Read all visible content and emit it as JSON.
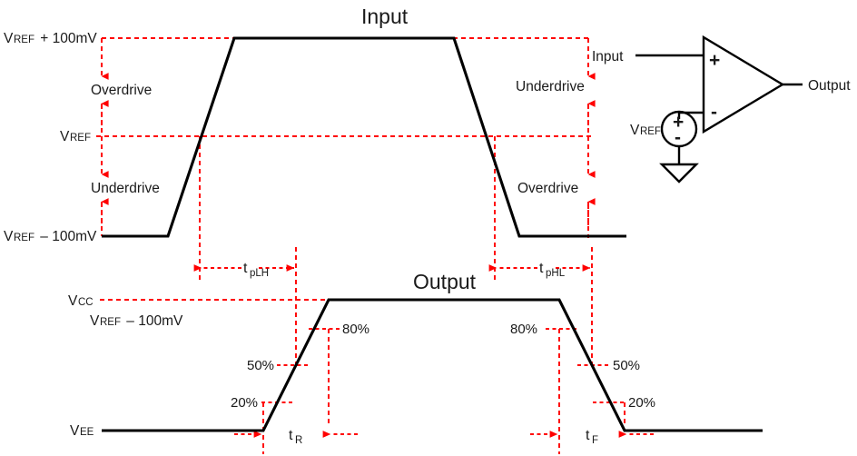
{
  "diagram": {
    "title_input": "Input",
    "title_output": "Output",
    "axis_labels": {
      "vref_plus": "V",
      "vref_plus_sub": "REF",
      "vref_plus_tail": " + 100mV",
      "vref": "V",
      "vref_sub": "REF",
      "vref_minus": "V",
      "vref_minus_sub": "REF",
      "vref_minus_tail": " – 100mV",
      "vcc": "V",
      "vcc_sub": "CC",
      "vcc_note": "V",
      "vcc_note_sub": "REF",
      "vcc_note_tail": " – 100mV",
      "vee": "V",
      "vee_sub": "EE"
    },
    "drive_labels": {
      "left_top": "Overdrive",
      "left_bottom": "Underdrive",
      "right_top": "Underdrive",
      "right_bottom": "Overdrive"
    },
    "timing_labels": {
      "tplh": "t",
      "tplh_sub": "pLH",
      "tphl": "t",
      "tphl_sub": "pHL",
      "tr": "t",
      "tr_sub": "R",
      "tf": "t",
      "tf_sub": "F"
    },
    "percent_labels": {
      "rise_80": "80%",
      "rise_50": "50%",
      "rise_20": "20%",
      "fall_80": "80%",
      "fall_50": "50%",
      "fall_20": "20%"
    },
    "circuit": {
      "input_label": "Input",
      "output_label": "Output",
      "vref_label": "V",
      "vref_label_sub": "REF",
      "plus_input": "+",
      "minus_input": "-",
      "source_plus": "+",
      "source_minus": "-"
    },
    "colors": {
      "waveform": "#000000",
      "annotation": "#ff0000",
      "text": "#1a1a1a",
      "background": "#ffffff"
    }
  },
  "chart_data": {
    "type": "line",
    "title": "Comparator input/output timing with overdrive, propagation delay and rise/fall time",
    "xlabel": "",
    "ylabel": "",
    "grid": false,
    "legend": null,
    "series": [
      {
        "name": "Input",
        "levels": {
          "high": "VREF + 100mV",
          "mid": "VREF",
          "low": "VREF – 100mV"
        },
        "points": [
          [
            112,
            260
          ],
          [
            185,
            260
          ],
          [
            258,
            42
          ],
          [
            500,
            42
          ],
          [
            572,
            260
          ],
          [
            690,
            260
          ]
        ]
      },
      {
        "name": "Output",
        "levels": {
          "high": "VCC",
          "low": "VEE"
        },
        "points": [
          [
            112,
            474
          ],
          [
            290,
            474
          ],
          [
            362,
            330
          ],
          [
            616,
            330
          ],
          [
            688,
            474
          ],
          [
            840,
            474
          ]
        ]
      }
    ],
    "annotations": [
      {
        "label": "Overdrive",
        "region": "input-rising-high"
      },
      {
        "label": "Underdrive",
        "region": "input-rising-low"
      },
      {
        "label": "Underdrive",
        "region": "input-falling-high"
      },
      {
        "label": "Overdrive",
        "region": "input-falling-low"
      },
      {
        "label": "tpLH",
        "type": "interval",
        "from_x": 220,
        "to_x": 326
      },
      {
        "label": "tpHL",
        "type": "interval",
        "from_x": 545,
        "to_x": 652
      },
      {
        "label": "tR",
        "type": "interval",
        "from_x": 290,
        "to_x": 362
      },
      {
        "label": "tF",
        "type": "interval",
        "from_x": 616,
        "to_x": 688
      },
      {
        "label": "80%",
        "value": 80,
        "unit": "%"
      },
      {
        "label": "50%",
        "value": 50,
        "unit": "%"
      },
      {
        "label": "20%",
        "value": 20,
        "unit": "%"
      }
    ]
  }
}
